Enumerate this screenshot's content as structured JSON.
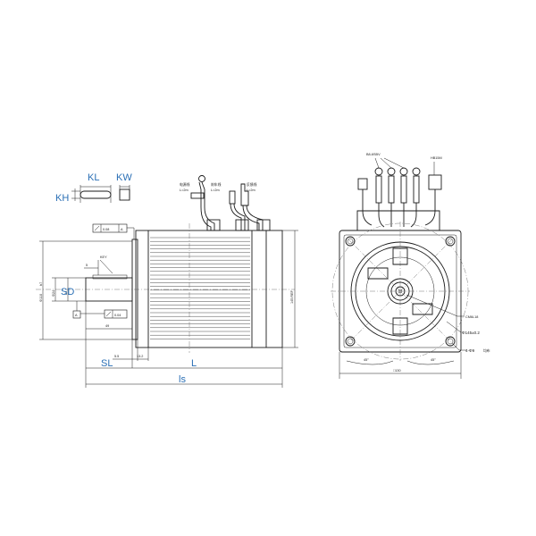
{
  "key_labels": {
    "kl": "KL",
    "kw": "KW",
    "kh": "KH"
  },
  "side_view": {
    "cable_power": "电源线",
    "cable_power_len": "L=2m",
    "cable_brake": "刹车线",
    "cable_brake_len": "L=2m",
    "cable_feedback": "反馈线",
    "cable_feedback_len": "L=2m",
    "runout_value": "0.08",
    "runout_datum": "A",
    "perp_value": "0.04",
    "datum_marker": "A",
    "keyway_label": "KEY",
    "key_depth": "5",
    "shaft_dia": "Φ24",
    "pilot_dia": "Φ110",
    "pilot_tol": "h7",
    "shaft_h": "24",
    "sd_label": "SD",
    "shaft_len": "49",
    "height_label": "145 REF",
    "flange_thk": "5.5",
    "spigot_len": "13.2",
    "sl_label": "SL",
    "l_label": "L",
    "ls_label": "ls"
  },
  "front_view": {
    "cable_spec": "B8-6SBV",
    "connector_label": "HB15M",
    "center_hole": "CM6L18",
    "pcd_label": "Φ145±0.2",
    "holes_label": "4-Φ9",
    "holes_note": "均布",
    "angle_left": "45°",
    "angle_right": "45°",
    "square_label": "□130"
  }
}
